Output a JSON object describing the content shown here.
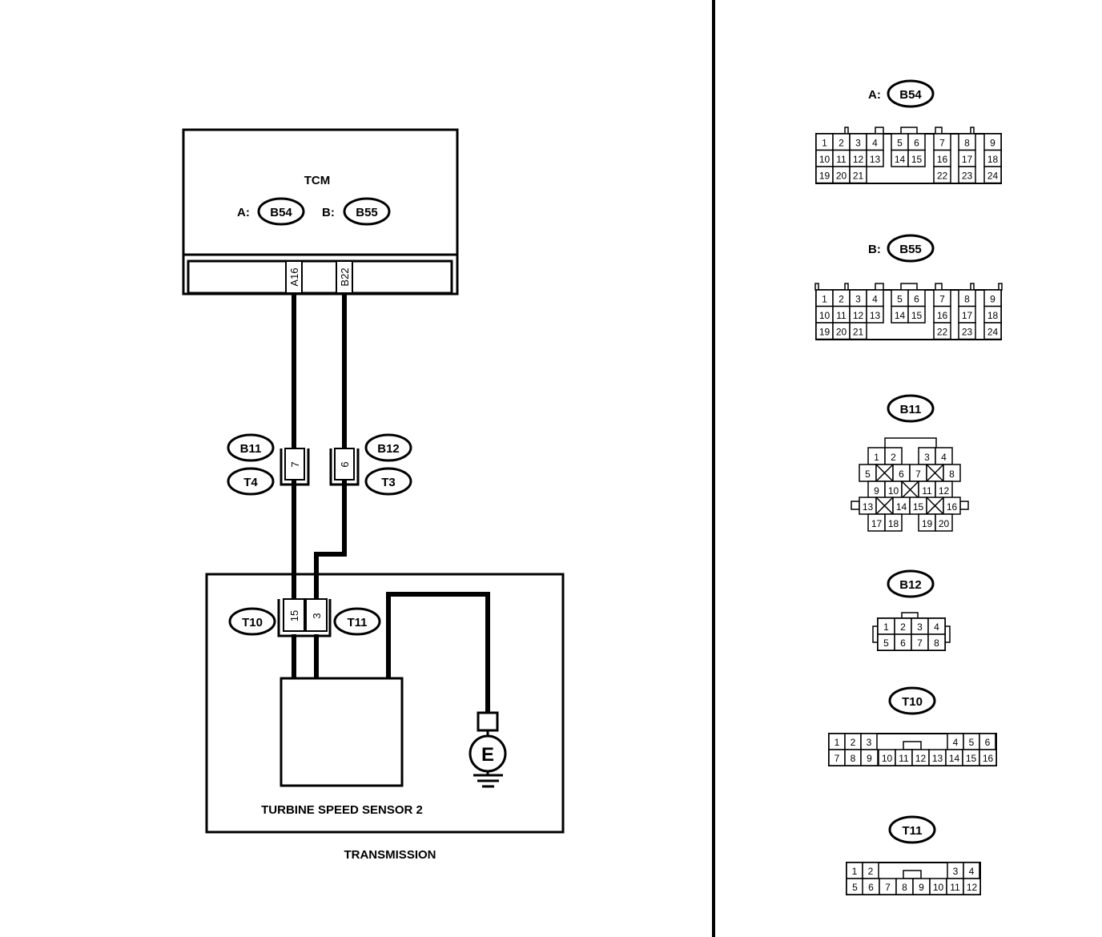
{
  "left_diagram": {
    "tcm": {
      "title": "TCM",
      "conn_a_prefix": "A:",
      "conn_a": "B54",
      "conn_b_prefix": "B:",
      "conn_b": "B55",
      "pin_a16": "A16",
      "pin_b22": "B22"
    },
    "inline_left": {
      "pin": "7",
      "conn_top": "B11",
      "conn_bottom": "T4"
    },
    "inline_right": {
      "pin": "6",
      "conn_top": "B12",
      "conn_bottom": "T3"
    },
    "sensor_conn": {
      "pin_left": "15",
      "pin_right": "3",
      "conn_left": "T10",
      "conn_right": "T11"
    },
    "sensor_label": "TURBINE SPEED SENSOR 2",
    "ground_label": "E",
    "transmission_label": "TRANSMISSION"
  },
  "connectors": {
    "b54": {
      "prefix": "A:",
      "name": "B54"
    },
    "b55": {
      "prefix": "B:",
      "name": "B55"
    },
    "b11": {
      "name": "B11"
    },
    "b12": {
      "name": "B12"
    },
    "t10": {
      "name": "T10"
    },
    "t11": {
      "name": "T11"
    }
  }
}
